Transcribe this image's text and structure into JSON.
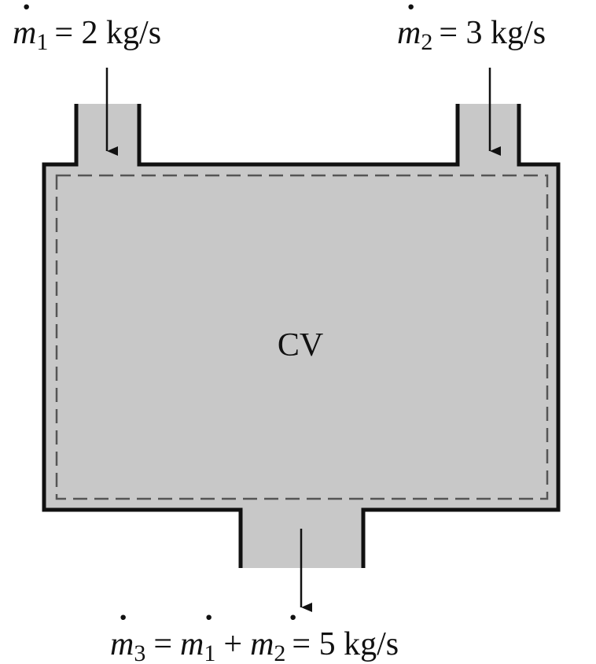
{
  "diagram": {
    "colors": {
      "fill": "#c8c8c8",
      "wall": "#111111",
      "boundary": "#555555",
      "background": "#ffffff"
    },
    "cv_label": "CV",
    "inlet_1": {
      "symbol": "m",
      "subscript": "1",
      "equation": "= 2 kg/s"
    },
    "inlet_2": {
      "symbol": "m",
      "subscript": "2",
      "equation": "= 3 kg/s"
    },
    "outlet_3": {
      "symbol": "m",
      "subscript": "3",
      "eq_sign": "=",
      "term_1_symbol": "m",
      "term_1_subscript": "1",
      "plus": "+",
      "term_2_symbol": "m",
      "term_2_subscript": "2",
      "result": "= 5 kg/s"
    }
  }
}
